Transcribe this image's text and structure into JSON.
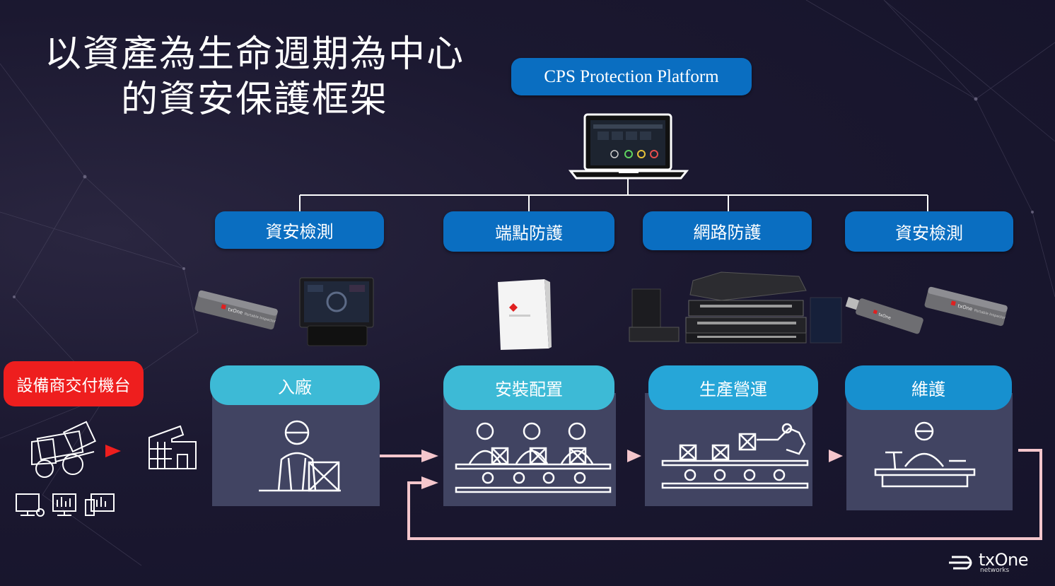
{
  "title": {
    "line1": "以資產為生命週期為中心",
    "line2": "的資安保護框架"
  },
  "platform": {
    "label": "CPS Protection Platform"
  },
  "categories": [
    "資安檢測",
    "端點防護",
    "網路防護",
    "資安檢測"
  ],
  "vendor": {
    "label": "設備商交付機台"
  },
  "stages": [
    "入廠",
    "安裝配置",
    "生產營運",
    "維護"
  ],
  "products": {
    "usb_brand": "txOne",
    "usb_label": "Portable Inspector"
  },
  "logo": {
    "name": "txOne",
    "sub": "networks"
  },
  "colors": {
    "pill_blue": "#0a6ec1",
    "stage_head": "#3dbad6",
    "stage_head_dark": "#1790cf",
    "panel": "#414462",
    "vendor_red": "#ee1e1e",
    "arrow_pink": "#f4c6cc"
  }
}
